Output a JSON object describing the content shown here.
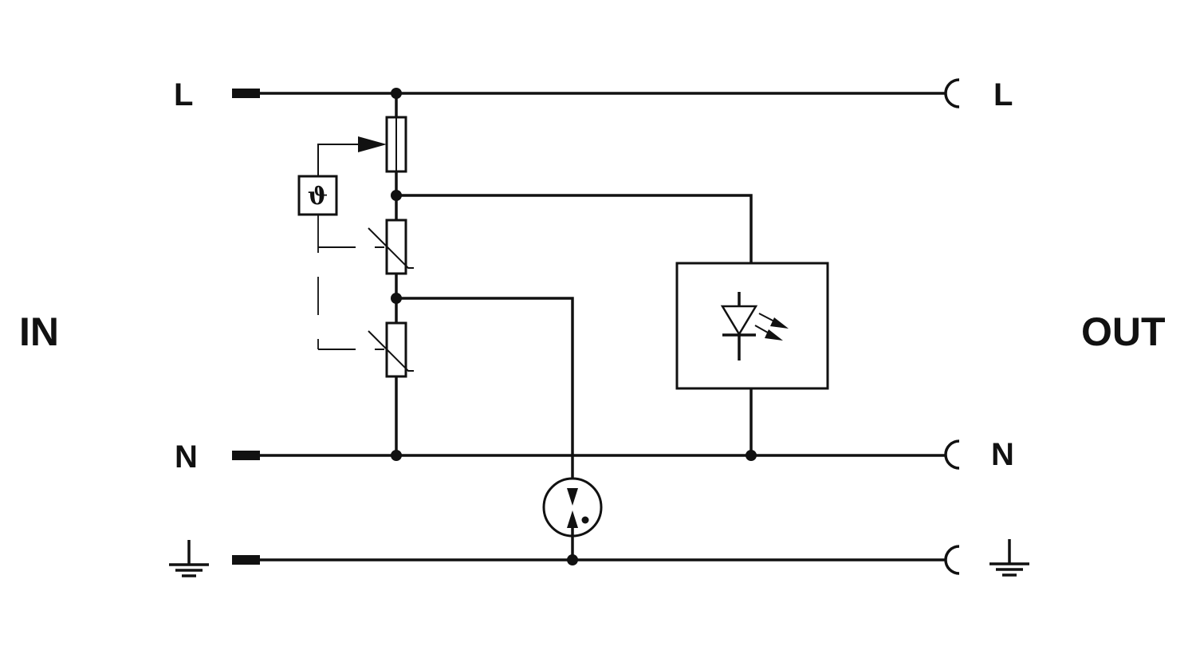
{
  "diagram": {
    "side_labels": {
      "in": "IN",
      "out": "OUT"
    },
    "input_terminals": {
      "line": "L",
      "neutral": "N"
    },
    "output_terminals": {
      "line": "L",
      "neutral": "N"
    },
    "thermal_symbol": "ϑ",
    "icons": {
      "ground": "ground-icon",
      "led": "led-icon",
      "thermal": "thermometer-icon"
    }
  },
  "colors": {
    "ink": "#111111",
    "background": "#ffffff"
  }
}
